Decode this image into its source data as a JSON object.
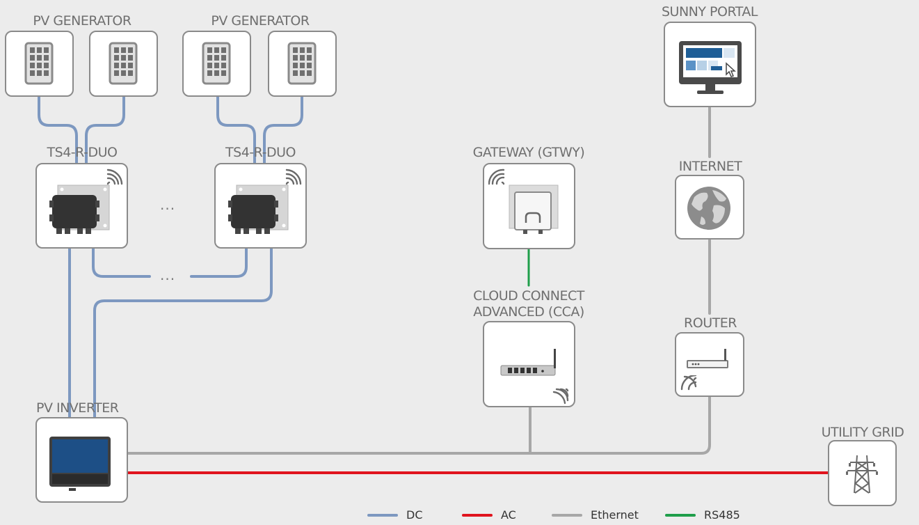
{
  "labels": {
    "pv_generator_1": "PV GENERATOR",
    "pv_generator_2": "PV GENERATOR",
    "ts4_1": "TS4-R-DUO",
    "ts4_2": "TS4-R-DUO",
    "gateway": "GATEWAY (GTWY)",
    "cca_line1": "CLOUD CONNECT",
    "cca_line2": "ADVANCED (CCA)",
    "sunny_portal": "SUNNY PORTAL",
    "internet": "INTERNET",
    "router": "ROUTER",
    "pv_inverter": "PV INVERTER",
    "utility_grid": "UTILITY GRID",
    "ellipsis_modules": "...",
    "ellipsis_dc": "..."
  },
  "legend": [
    {
      "label": "DC",
      "color": "#7d98c0"
    },
    {
      "label": "AC",
      "color": "#e0141e"
    },
    {
      "label": "Ethernet",
      "color": "#a7a7a7"
    },
    {
      "label": "RS485",
      "color": "#1f9e4a"
    }
  ],
  "colors": {
    "dc": "#7d98c0",
    "ac": "#e0141e",
    "ethernet": "#a7a7a7",
    "rs485": "#1f9e4a",
    "box_border": "#8a8a8a",
    "inverter_screen": "#1d4f86"
  }
}
